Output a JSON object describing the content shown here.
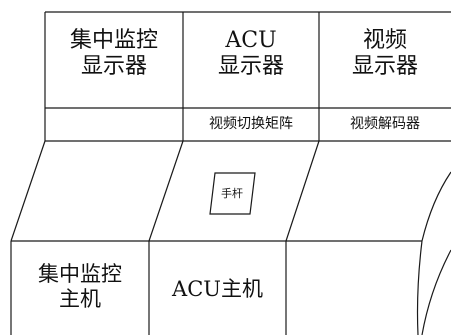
{
  "monitors": [
    {
      "label": "集中监控\n显示器"
    },
    {
      "label": "ACU\n显示器"
    },
    {
      "label": "视频\n显示器"
    }
  ],
  "equipment_row": [
    {
      "label": ""
    },
    {
      "label": "视频切换矩阵"
    },
    {
      "label": "视频解码器"
    }
  ],
  "desk": {
    "joystick_label": "手杆"
  },
  "console_units": [
    {
      "label": "集中监控\n主机"
    },
    {
      "label": "ACU主机"
    },
    {
      "label": ""
    }
  ],
  "line_color": "#1a1a1a"
}
